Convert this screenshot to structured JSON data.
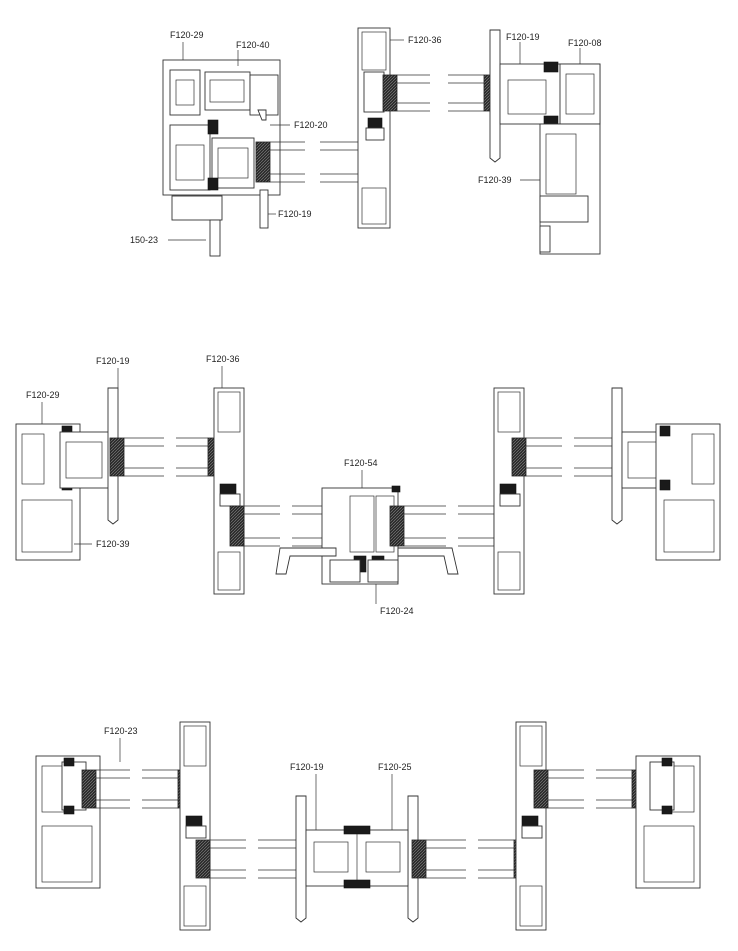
{
  "labels": {
    "top_f120_29": "F120-29",
    "top_f120_40": "F120-40",
    "top_f120_20": "F120-20",
    "top_f120_19_left": "F120-19",
    "top_150_23": "150-23",
    "top_f120_36": "F120-36",
    "top_f120_19_right": "F120-19",
    "top_f120_08": "F120-08",
    "top_f120_39": "F120-39",
    "mid_f120_19": "F120-19",
    "mid_f120_29": "F120-29",
    "mid_f120_39": "F120-39",
    "mid_f120_36": "F120-36",
    "mid_f120_54": "F120-54",
    "mid_f120_24": "F120-24",
    "bot_f120_23": "F120-23",
    "bot_f120_19": "F120-19",
    "bot_f120_25": "F120-25"
  }
}
